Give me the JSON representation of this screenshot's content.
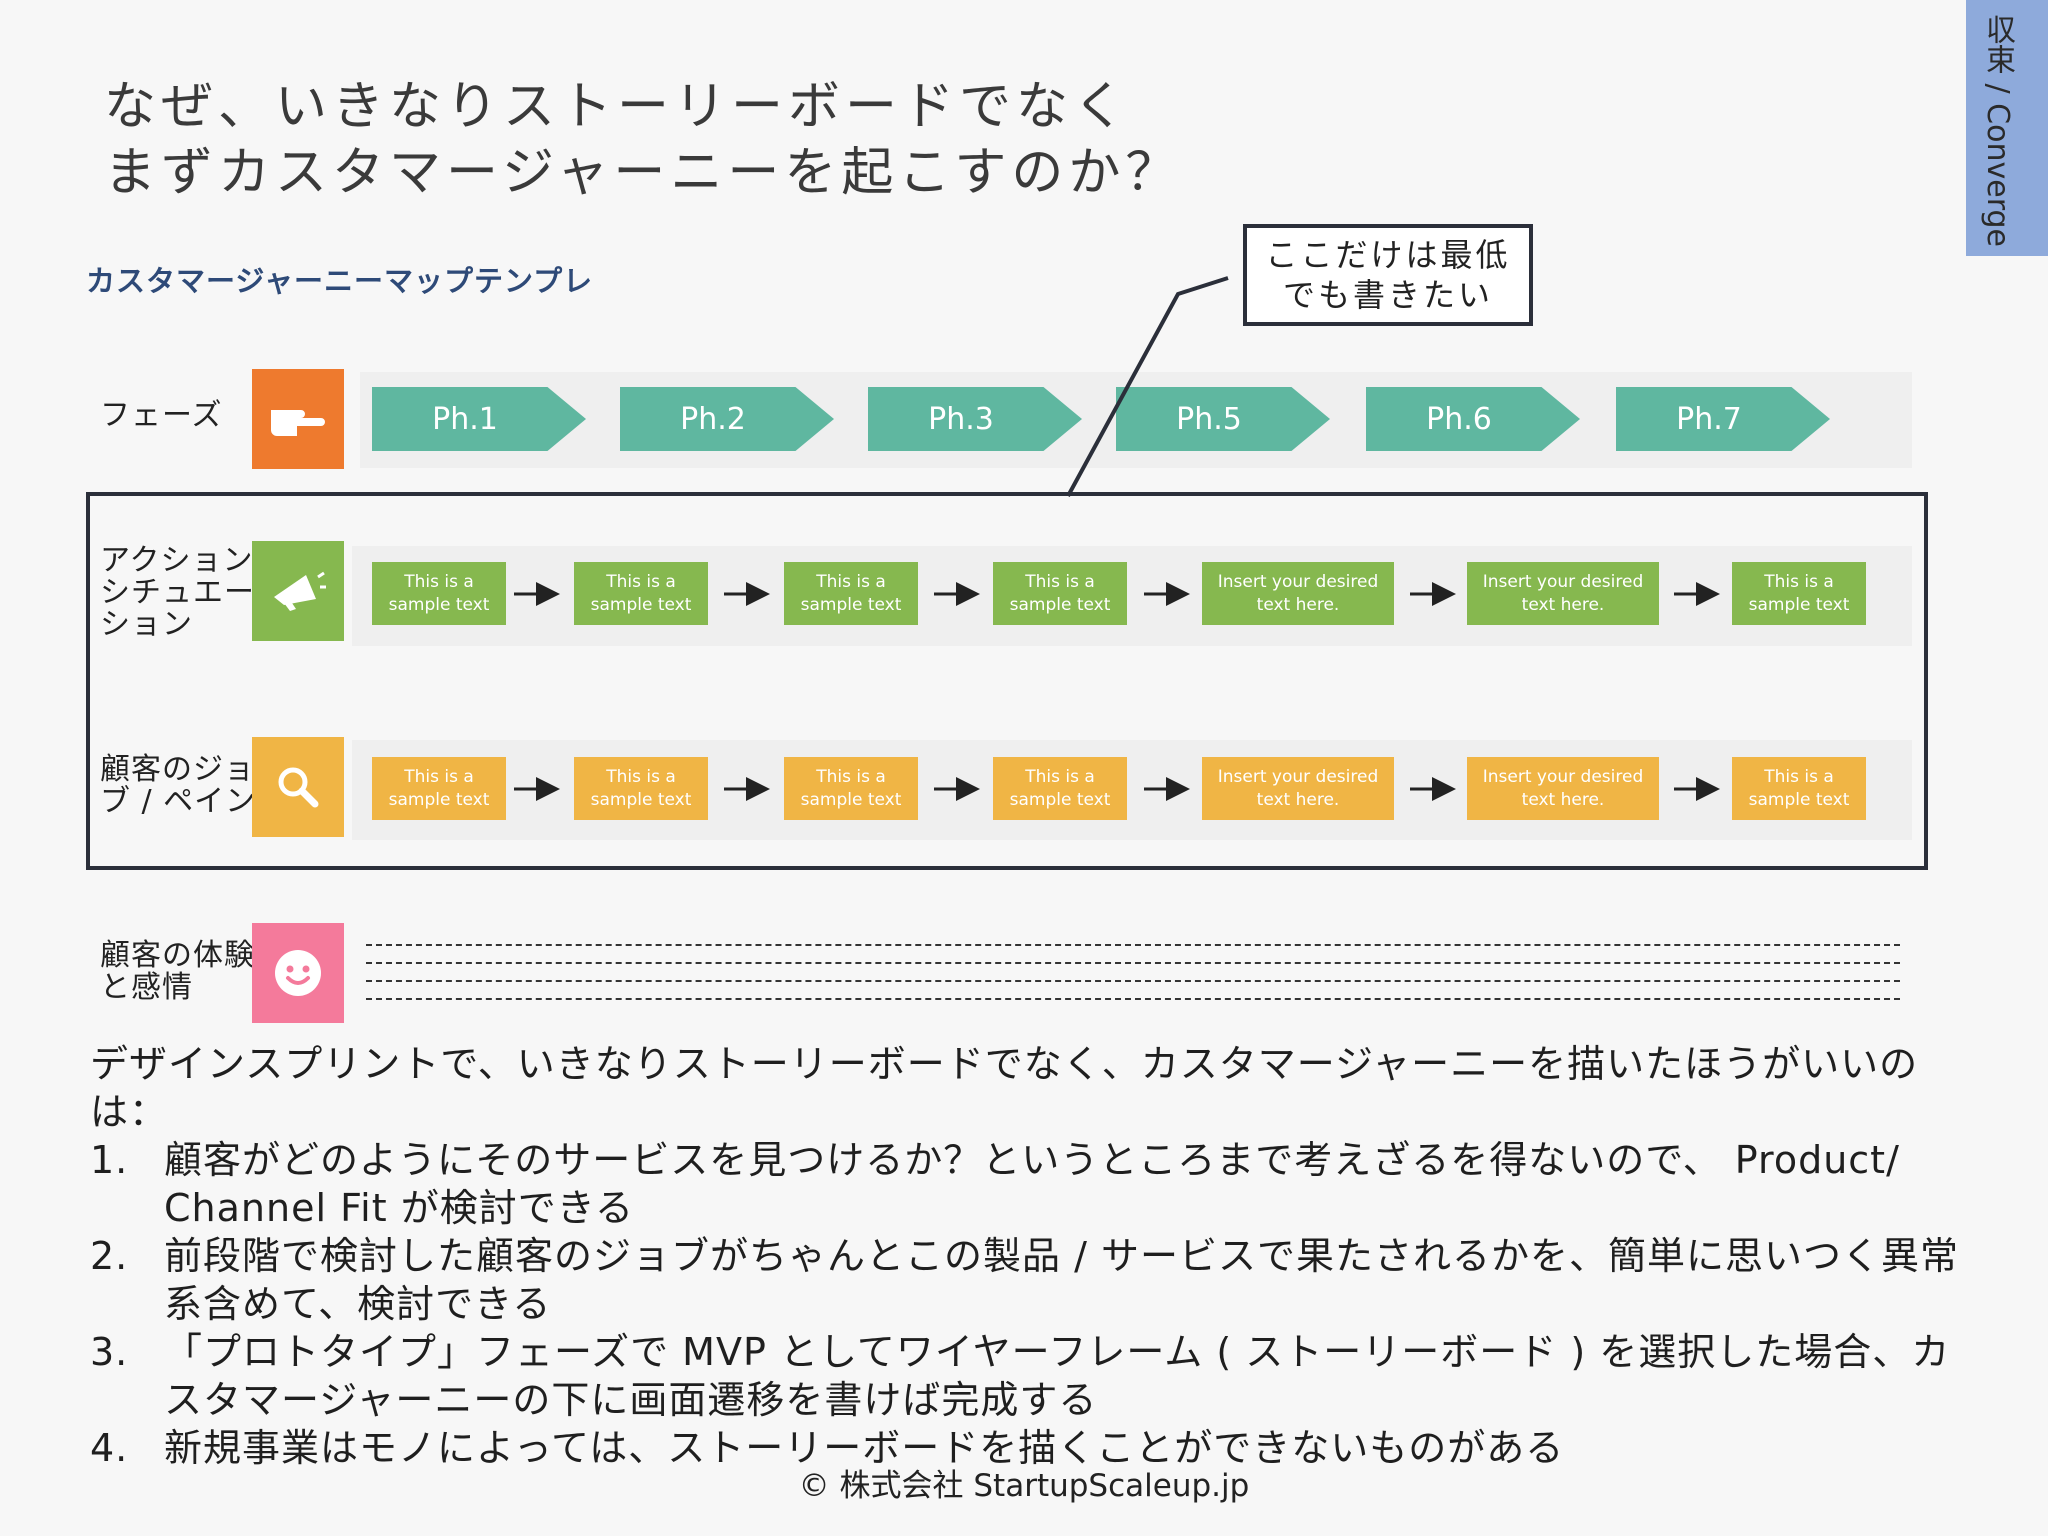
{
  "title": "なぜ、いきなりストーリーボードでなく\nまずカスタマージャーニーを起こすのか？",
  "subtitle": "カスタマージャーニーマップテンプレ",
  "side_tab": "収束 / Converge",
  "callout": "ここだけは最低\nでも書きたい",
  "rows": {
    "phase_label": "フェーズ",
    "action_label": "アクション\nシチュエー\nション",
    "jobs_label": "顧客のジョ\nブ / ペイン",
    "experience_label": "顧客の体験\nと感情"
  },
  "phases": [
    "Ph.1",
    "Ph.2",
    "Ph.3",
    "Ph.5",
    "Ph.6",
    "Ph.7"
  ],
  "action_boxes": [
    "This is a\nsample text",
    "This is a\nsample text",
    "This is a\nsample text",
    "This is a\nsample text",
    "Insert your desired\ntext here.",
    "Insert your desired\ntext here.",
    "This is a\nsample text"
  ],
  "job_boxes": [
    "This is a\nsample text",
    "This is a\nsample text",
    "This is a\nsample text",
    "This is a\nsample text",
    "Insert your desired\ntext here.",
    "Insert your desired\ntext here.",
    "This is a\nsample text"
  ],
  "colors": {
    "phase": "#5fb7a0",
    "action": "#86b84f",
    "jobs": "#f0b545",
    "experience": "#f47a9b",
    "phase_icon": "#ee7a2e"
  },
  "icons": {
    "phase": "pointing-hand-icon",
    "action": "megaphone-icon",
    "jobs": "magnifier-icon",
    "experience": "smiley-icon"
  },
  "body": {
    "intro": "デザインスプリントで、いきなりストーリーボードでなく、カスタマージャーニーを描いたほうがいいのは：",
    "items": [
      {
        "num": "1.",
        "text": "顧客がどのようにそのサービスを見つけるか？というところまで考えざるを得ないので、 Product/ Channel Fit が検討できる"
      },
      {
        "num": "2.",
        "text": "前段階で検討した顧客のジョブがちゃんとこの製品 / サービスで果たされるかを、簡単に思いつく異常系含めて、検討できる"
      },
      {
        "num": "3.",
        "text": "「プロトタイプ」フェーズで MVP としてワイヤーフレーム ( ストーリーボード ) を選択した場合、カスタマージャーニーの下に画面遷移を書けば完成する"
      },
      {
        "num": "4.",
        "text": "新規事業はモノによっては、ストーリーボードを描くことができないものがある"
      }
    ]
  },
  "footer": "© 株式会社 StartupScaleup.jp"
}
